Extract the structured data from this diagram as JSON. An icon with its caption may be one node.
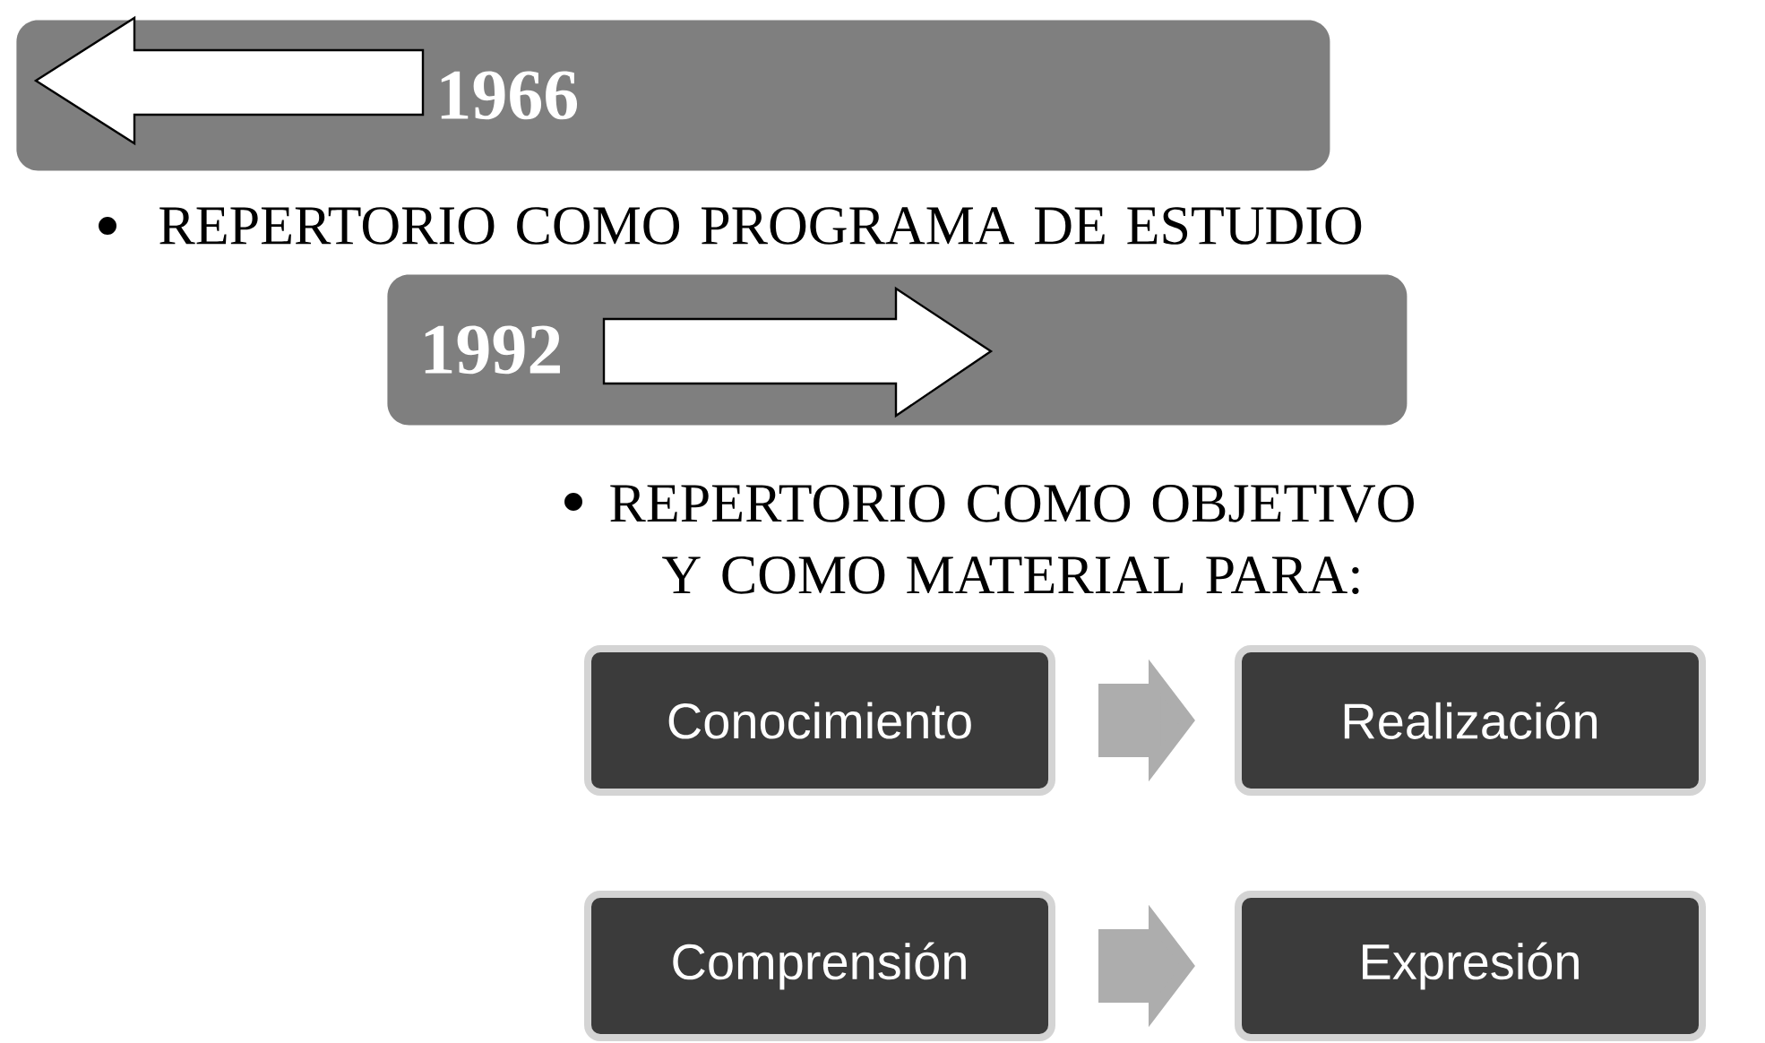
{
  "diagram": {
    "nodes": [
      {
        "text": [
          "1966"
        ]
      },
      {
        "text": [
          "1992"
        ]
      },
      {
        "text": [
          "Conocimiento"
        ]
      },
      {
        "text": [
          "Realización"
        ]
      },
      {
        "text": [
          "Comprensión"
        ]
      },
      {
        "text": [
          "Expresión"
        ]
      }
    ],
    "edges": [
      {
        "from": 2,
        "to": 3,
        "arrow": "to"
      },
      {
        "from": 4,
        "to": 5,
        "arrow": "to"
      }
    ],
    "labels": [
      "REPERTORIO COMO PROGRAMA DE ESTUDIO",
      "REPERTORIO COMO OBJETIVO Y COMO MATERIAL PARA:"
    ]
  }
}
